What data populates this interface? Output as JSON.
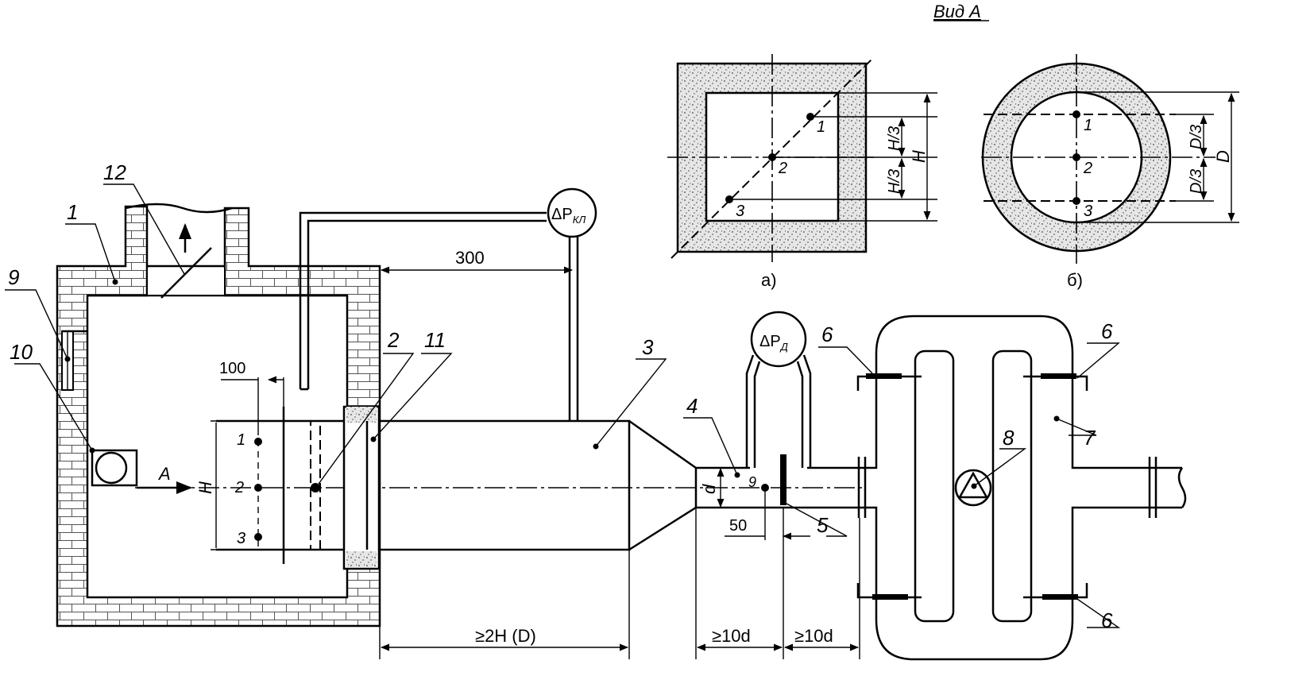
{
  "view_title": "Вид А",
  "captions": {
    "a": "а)",
    "b": "б)"
  },
  "instruments": {
    "dp_kl_prefix": "ΔP",
    "dp_kl_sub": "КЛ",
    "dp_d_prefix": "ΔP",
    "dp_d_sub": "Д"
  },
  "callouts": [
    "1",
    "2",
    "3",
    "4",
    "5",
    "6",
    "7",
    "8",
    "9",
    "10",
    "11",
    "12"
  ],
  "point_labels": [
    "1",
    "2",
    "3",
    "9"
  ],
  "dimensions": {
    "d300": "300",
    "d100": "100",
    "d50": "50",
    "H": "H",
    "d": "d",
    "A": "A",
    "len_2H": "≥2H (D)",
    "len_10d_1": "≥10d",
    "len_10d_2": "≥10d",
    "H3_1": "H/3",
    "H3_2": "H/3",
    "D3_1": "D/3",
    "D3_2": "D/3",
    "H_view": "H",
    "D_view": "D"
  },
  "colors": {
    "line": "#000000",
    "hatch": "#808080",
    "background": "#ffffff"
  }
}
